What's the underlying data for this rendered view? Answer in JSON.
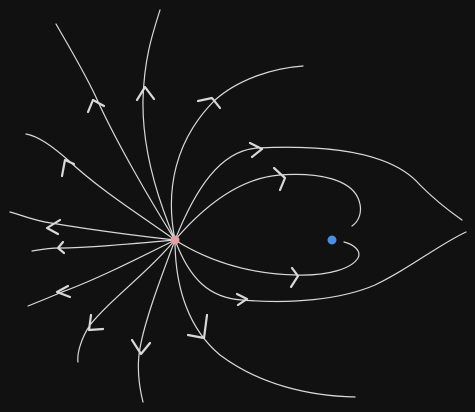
{
  "diagram": {
    "kind": "field-lines",
    "colors": {
      "background": "#111111",
      "line": "#d9d9d9",
      "source_charge": "#e8a0a0",
      "sink_charge": "#4a90e2"
    },
    "charges": [
      {
        "id": "source",
        "sign": "positive",
        "color": "#e8a0a0"
      },
      {
        "id": "sink",
        "sign": "negative",
        "color": "#4a90e2"
      }
    ]
  }
}
